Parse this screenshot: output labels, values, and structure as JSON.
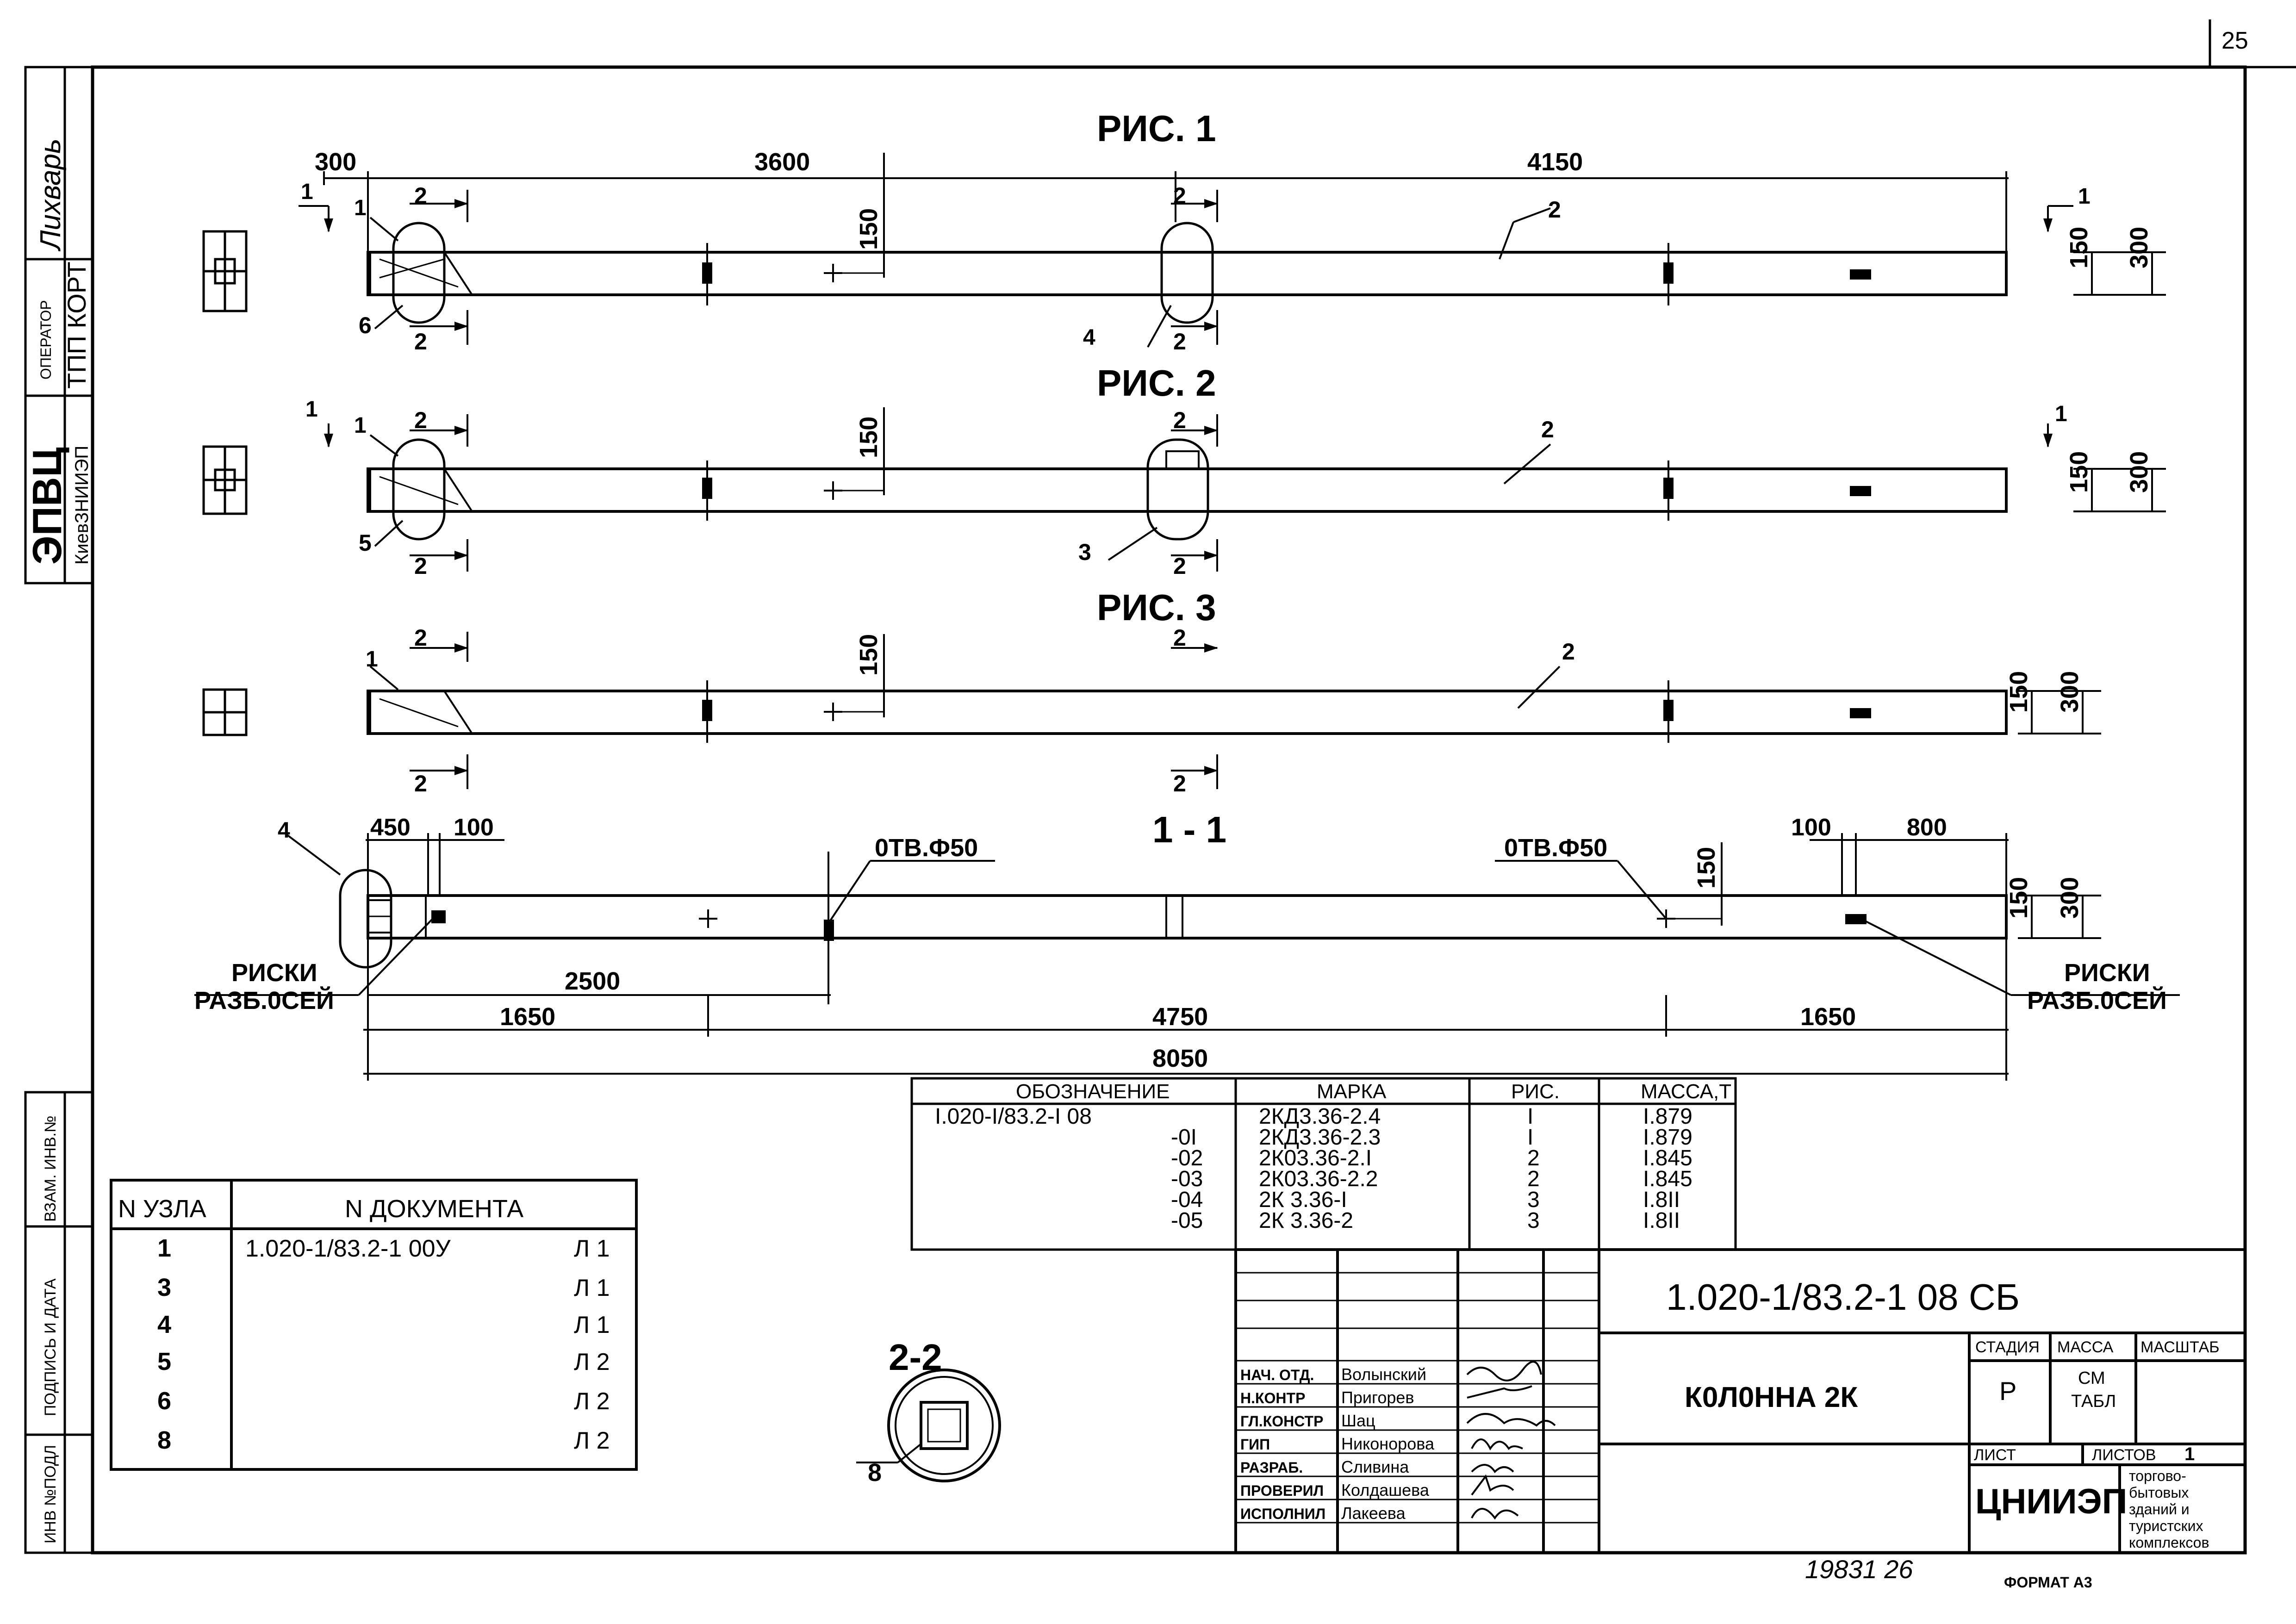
{
  "sheet_number": "25",
  "side_stamp": {
    "org": "ЭПВЦ",
    "org_sub": "КиевЗНИИЭП",
    "operator_label": "ОПЕРАТОР",
    "operator_value": "ТПП КОРТ",
    "operator_name": "Лихварь"
  },
  "side_fields": [
    "ИНВ №ПОДЛ",
    "ПОДПИСЬ И ДАТА",
    "ВЗАМ. ИНВ.№"
  ],
  "figures": {
    "fig1_title": "РИС. 1",
    "fig2_title": "РИС. 2",
    "fig3_title": "РИС. 3",
    "section11_title": "1 - 1",
    "section22_title": "2-2"
  },
  "dimensions": {
    "d300_left": "300",
    "d3600": "3600",
    "d4150": "4150",
    "d150": "150",
    "d300": "300",
    "d450": "450",
    "d100": "100",
    "d800": "800",
    "d2500": "2500",
    "d1650": "1650",
    "d4750": "4750",
    "d8050": "8050"
  },
  "callouts": {
    "c1": "1",
    "c2": "2",
    "c3": "3",
    "c4": "4",
    "c5": "5",
    "c6": "6",
    "c8": "8"
  },
  "notes": {
    "hole": "0ТВ.Ф50",
    "marks_line1": "РИСКИ",
    "marks_line2": "РАЗБ.0СЕЙ"
  },
  "nodes_table": {
    "header_node": "N УЗЛА",
    "header_doc": "N ДОКУМЕНТА",
    "rows": [
      {
        "node": "1",
        "doc": "1.020-1/83.2-1 00У",
        "sheet": "Л 1"
      },
      {
        "node": "3",
        "doc": "",
        "sheet": "Л 1"
      },
      {
        "node": "4",
        "doc": "",
        "sheet": "Л 1"
      },
      {
        "node": "5",
        "doc": "",
        "sheet": "Л 2"
      },
      {
        "node": "6",
        "doc": "",
        "sheet": "Л 2"
      },
      {
        "node": "8",
        "doc": "",
        "sheet": "Л 2"
      }
    ]
  },
  "spec_table": {
    "headers": [
      "ОБОЗНАЧЕНИЕ",
      "МАРКА",
      "РИС.",
      "МАССА,Т"
    ],
    "rows": [
      [
        "I.020-I/83.2-I 08",
        "2КД3.36-2.4",
        "I",
        "I.879"
      ],
      [
        "-0I",
        "2КД3.36-2.3",
        "I",
        "I.879"
      ],
      [
        "-02",
        "2К03.36-2.I",
        "2",
        "I.845"
      ],
      [
        "-03",
        "2К03.36-2.2",
        "2",
        "I.845"
      ],
      [
        "-04",
        "2К 3.36-I",
        "3",
        "I.8II"
      ],
      [
        "-05",
        "2К 3.36-2",
        "3",
        "I.8II"
      ]
    ]
  },
  "title_block": {
    "designation": "1.020-1/83.2-1 08 СБ",
    "name": "К0Л0ННА 2К",
    "stage_label": "СТАДИЯ",
    "mass_label": "МАССА",
    "scale_label": "МАСШТАБ",
    "stage_value": "Р",
    "mass_value1": "СМ",
    "mass_value2": "ТАБЛ",
    "sheet_label": "ЛИСТ",
    "sheets_label": "ЛИСТОВ",
    "sheets_value": "1",
    "org": "ЦНИИЭП",
    "org_desc": [
      "торгово-",
      "бытовых",
      "зданий и",
      "туристских",
      "комплексов"
    ],
    "roles": [
      {
        "role": "НАЧ. ОТД.",
        "name": "Волынский"
      },
      {
        "role": "Н.КОНТР",
        "name": "Пригорев"
      },
      {
        "role": "ГЛ.КОНСТР",
        "name": "Шац"
      },
      {
        "role": "ГИП",
        "name": "Никонорова"
      },
      {
        "role": "РАЗРАБ.",
        "name": "Сливина"
      },
      {
        "role": "ПРОВЕРИЛ",
        "name": "Колдашева"
      },
      {
        "role": "ИСПОЛНИЛ",
        "name": "Лакеева"
      }
    ]
  },
  "footer": {
    "stamp": "19831 26",
    "format": "ФОРМАТ А3"
  }
}
